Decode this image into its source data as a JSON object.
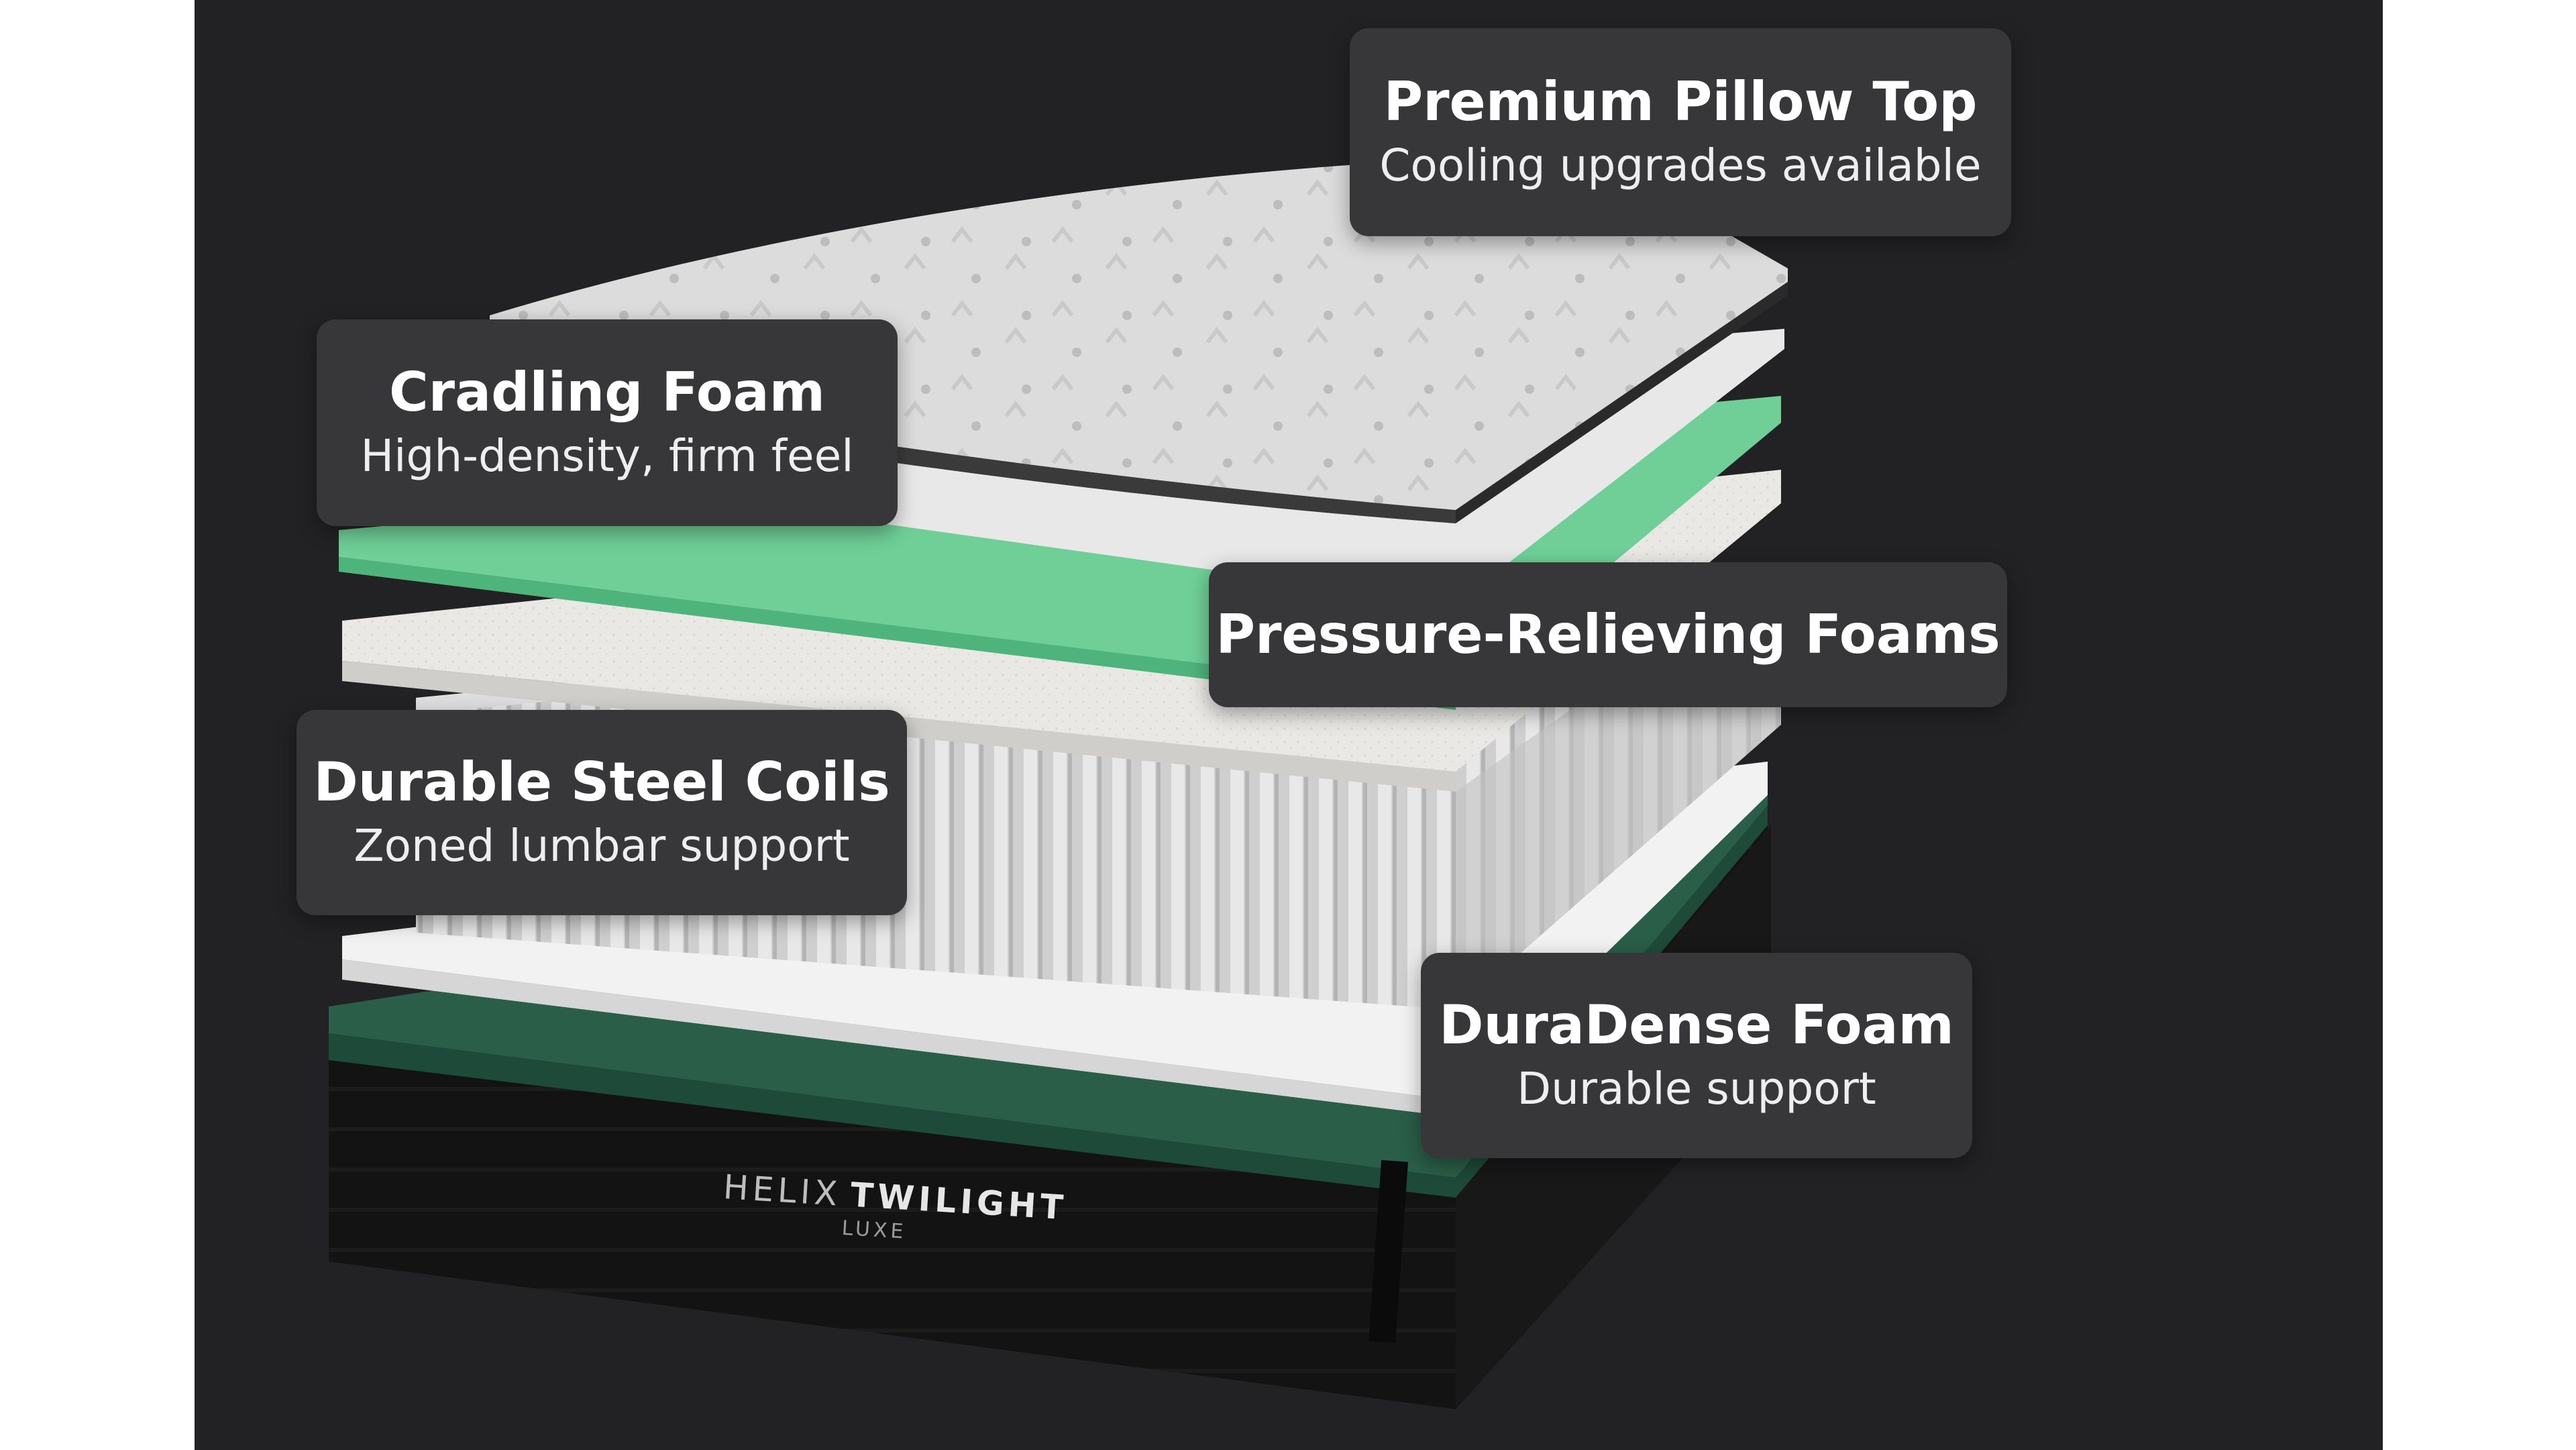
{
  "callouts": {
    "pillow_top": {
      "title": "Premium Pillow Top",
      "subtitle": "Cooling upgrades available"
    },
    "cradling_foam": {
      "title": "Cradling Foam",
      "subtitle": "High-density, firm feel"
    },
    "pressure_foams": {
      "title": "Pressure-Relieving Foams"
    },
    "steel_coils": {
      "title": "Durable Steel Coils",
      "subtitle": "Zoned lumbar support"
    },
    "duradense_foam": {
      "title": "DuraDense Foam",
      "subtitle": "Durable support"
    }
  },
  "brand": {
    "name_light": "HELIX",
    "name_bold": "TWILIGHT",
    "edition": "LUXE"
  },
  "colors": {
    "background": "#222123",
    "callout_bg": "#373639",
    "cradling_foam_green": "#6fcf97",
    "base_green": "#1f4d3a",
    "base_black": "#111111"
  }
}
